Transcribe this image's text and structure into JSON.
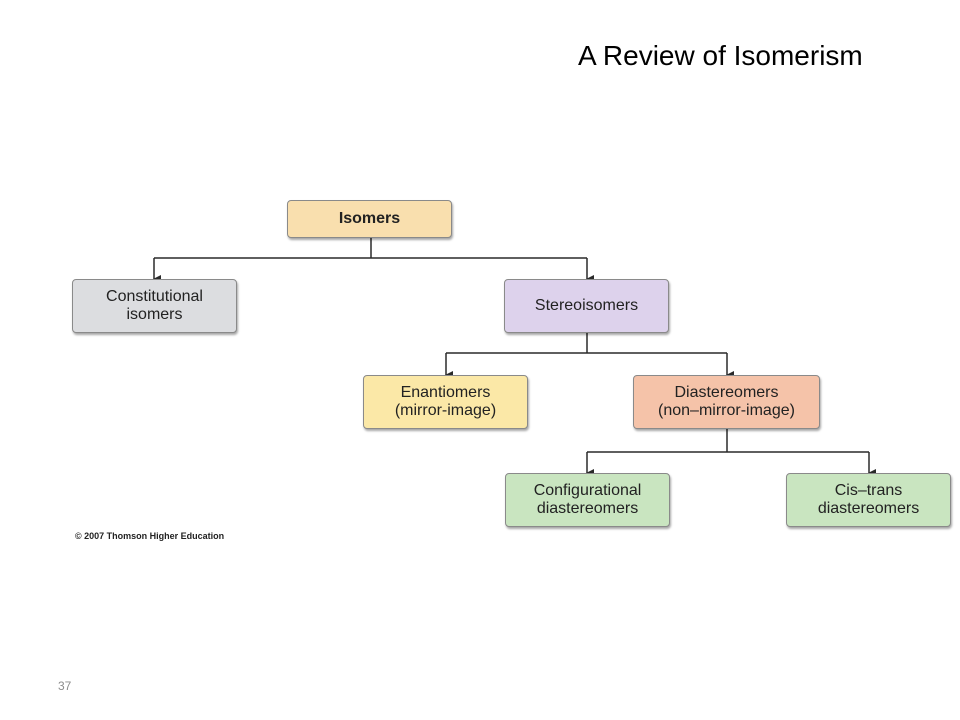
{
  "slide": {
    "title": "A Review of Isomerism",
    "page_number": "37",
    "copyright": "© 2007 Thomson Higher Education"
  },
  "colors": {
    "isomers": "#f9dfae",
    "constitutional": "#dcdde0",
    "stereoisomers": "#ddd2ec",
    "enantiomers": "#fbe8a7",
    "diastereomers": "#f5c3a9",
    "configurational": "#c9e5c0",
    "cis_trans": "#c9e5c0",
    "connector": "#2a2a2a"
  },
  "nodes": {
    "isomers": "Isomers",
    "constitutional": "Constitutional\nisomers",
    "stereoisomers": "Stereoisomers",
    "enantiomers": "Enantiomers\n(mirror-image)",
    "diastereomers": "Diastereomers\n(non–mirror-image)",
    "configurational": "Configurational\ndiastereomers",
    "cis_trans": "Cis–trans\ndiastereomers"
  }
}
